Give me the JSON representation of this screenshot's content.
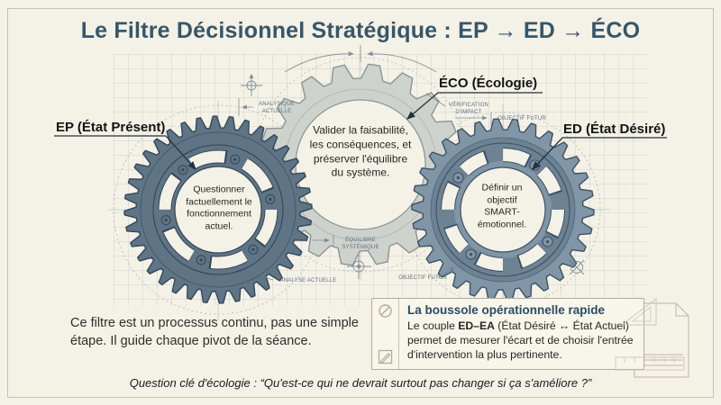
{
  "title": "Le Filtre Décisionnel Stratégique : EP → ED → ÉCO",
  "gears": {
    "ep": {
      "label": "EP (État Présent)",
      "text": "Questionner\nfactuellement le\nfonctionnement\nactuel."
    },
    "eco": {
      "label": "ÉCO (Écologie)",
      "text": "Valider la faisabilité,\nles conséquences, et\npréserver l'équilibre\ndu système."
    },
    "ed": {
      "label": "ED (État Désiré)",
      "text": "Définir un\nobjectif\nSMART-\némotionnel."
    }
  },
  "annotations": {
    "analysique_actuelle": "ANALYSIQUE\nACTUELLE",
    "analyse_actuelle": "ANALYSE ACTUELLE",
    "verification_impact": "VÉRIFICATION\nD'IMPACT",
    "equilibre_systemique": "ÉQUILIBRE\nSYSTÉMIQUE",
    "objectif_futur_top": "OBJECTIF FUTUR",
    "objectif_futur_bottom": "OBJECTIF FUTUR"
  },
  "paragraph": "Ce filtre est un processus continu, pas une simple étape. Il guide chaque pivot de la séance.",
  "callout": {
    "title": "La boussole opérationnelle rapide",
    "body_prefix": "Le couple ",
    "body_bold": "ED–EA",
    "body_suffix": " (État Désiré ↔ État Actuel) permet de mesurer l'écart et de choisir l'entrée d'intervention la plus pertinente."
  },
  "question": "Question clé d'écologie : “Qu'est-ce qui ne devrait surtout pas changer si ça s'améliore ?”",
  "colors": {
    "background": "#f4f1e6",
    "title_accent": "#36576b",
    "gear_ep": "#5f7484",
    "gear_eco": "#ced2cd",
    "gear_ed": "#8095a5",
    "blueprint_line": "#6e7e8d"
  }
}
